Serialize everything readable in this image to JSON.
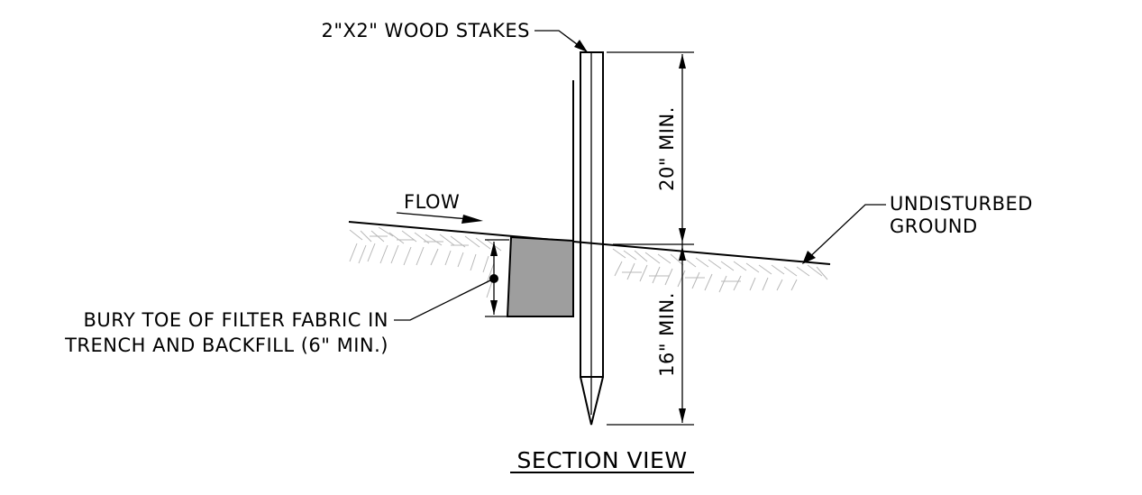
{
  "labels": {
    "stake": "2\"X2\" WOOD STAKES",
    "flow": "FLOW",
    "ground_line1": "UNDISTURBED",
    "ground_line2": "GROUND",
    "toe_line1": "BURY TOE OF FILTER FABRIC IN",
    "toe_line2": "TRENCH AND BACKFILL (6\" MIN.)",
    "dim_above": "20\" MIN.",
    "dim_below": "16\" MIN.",
    "title": "SECTION VIEW"
  },
  "colors": {
    "line": "#000000",
    "trench_fill": "#9e9e9e",
    "hatch": "#b8b8b8"
  }
}
